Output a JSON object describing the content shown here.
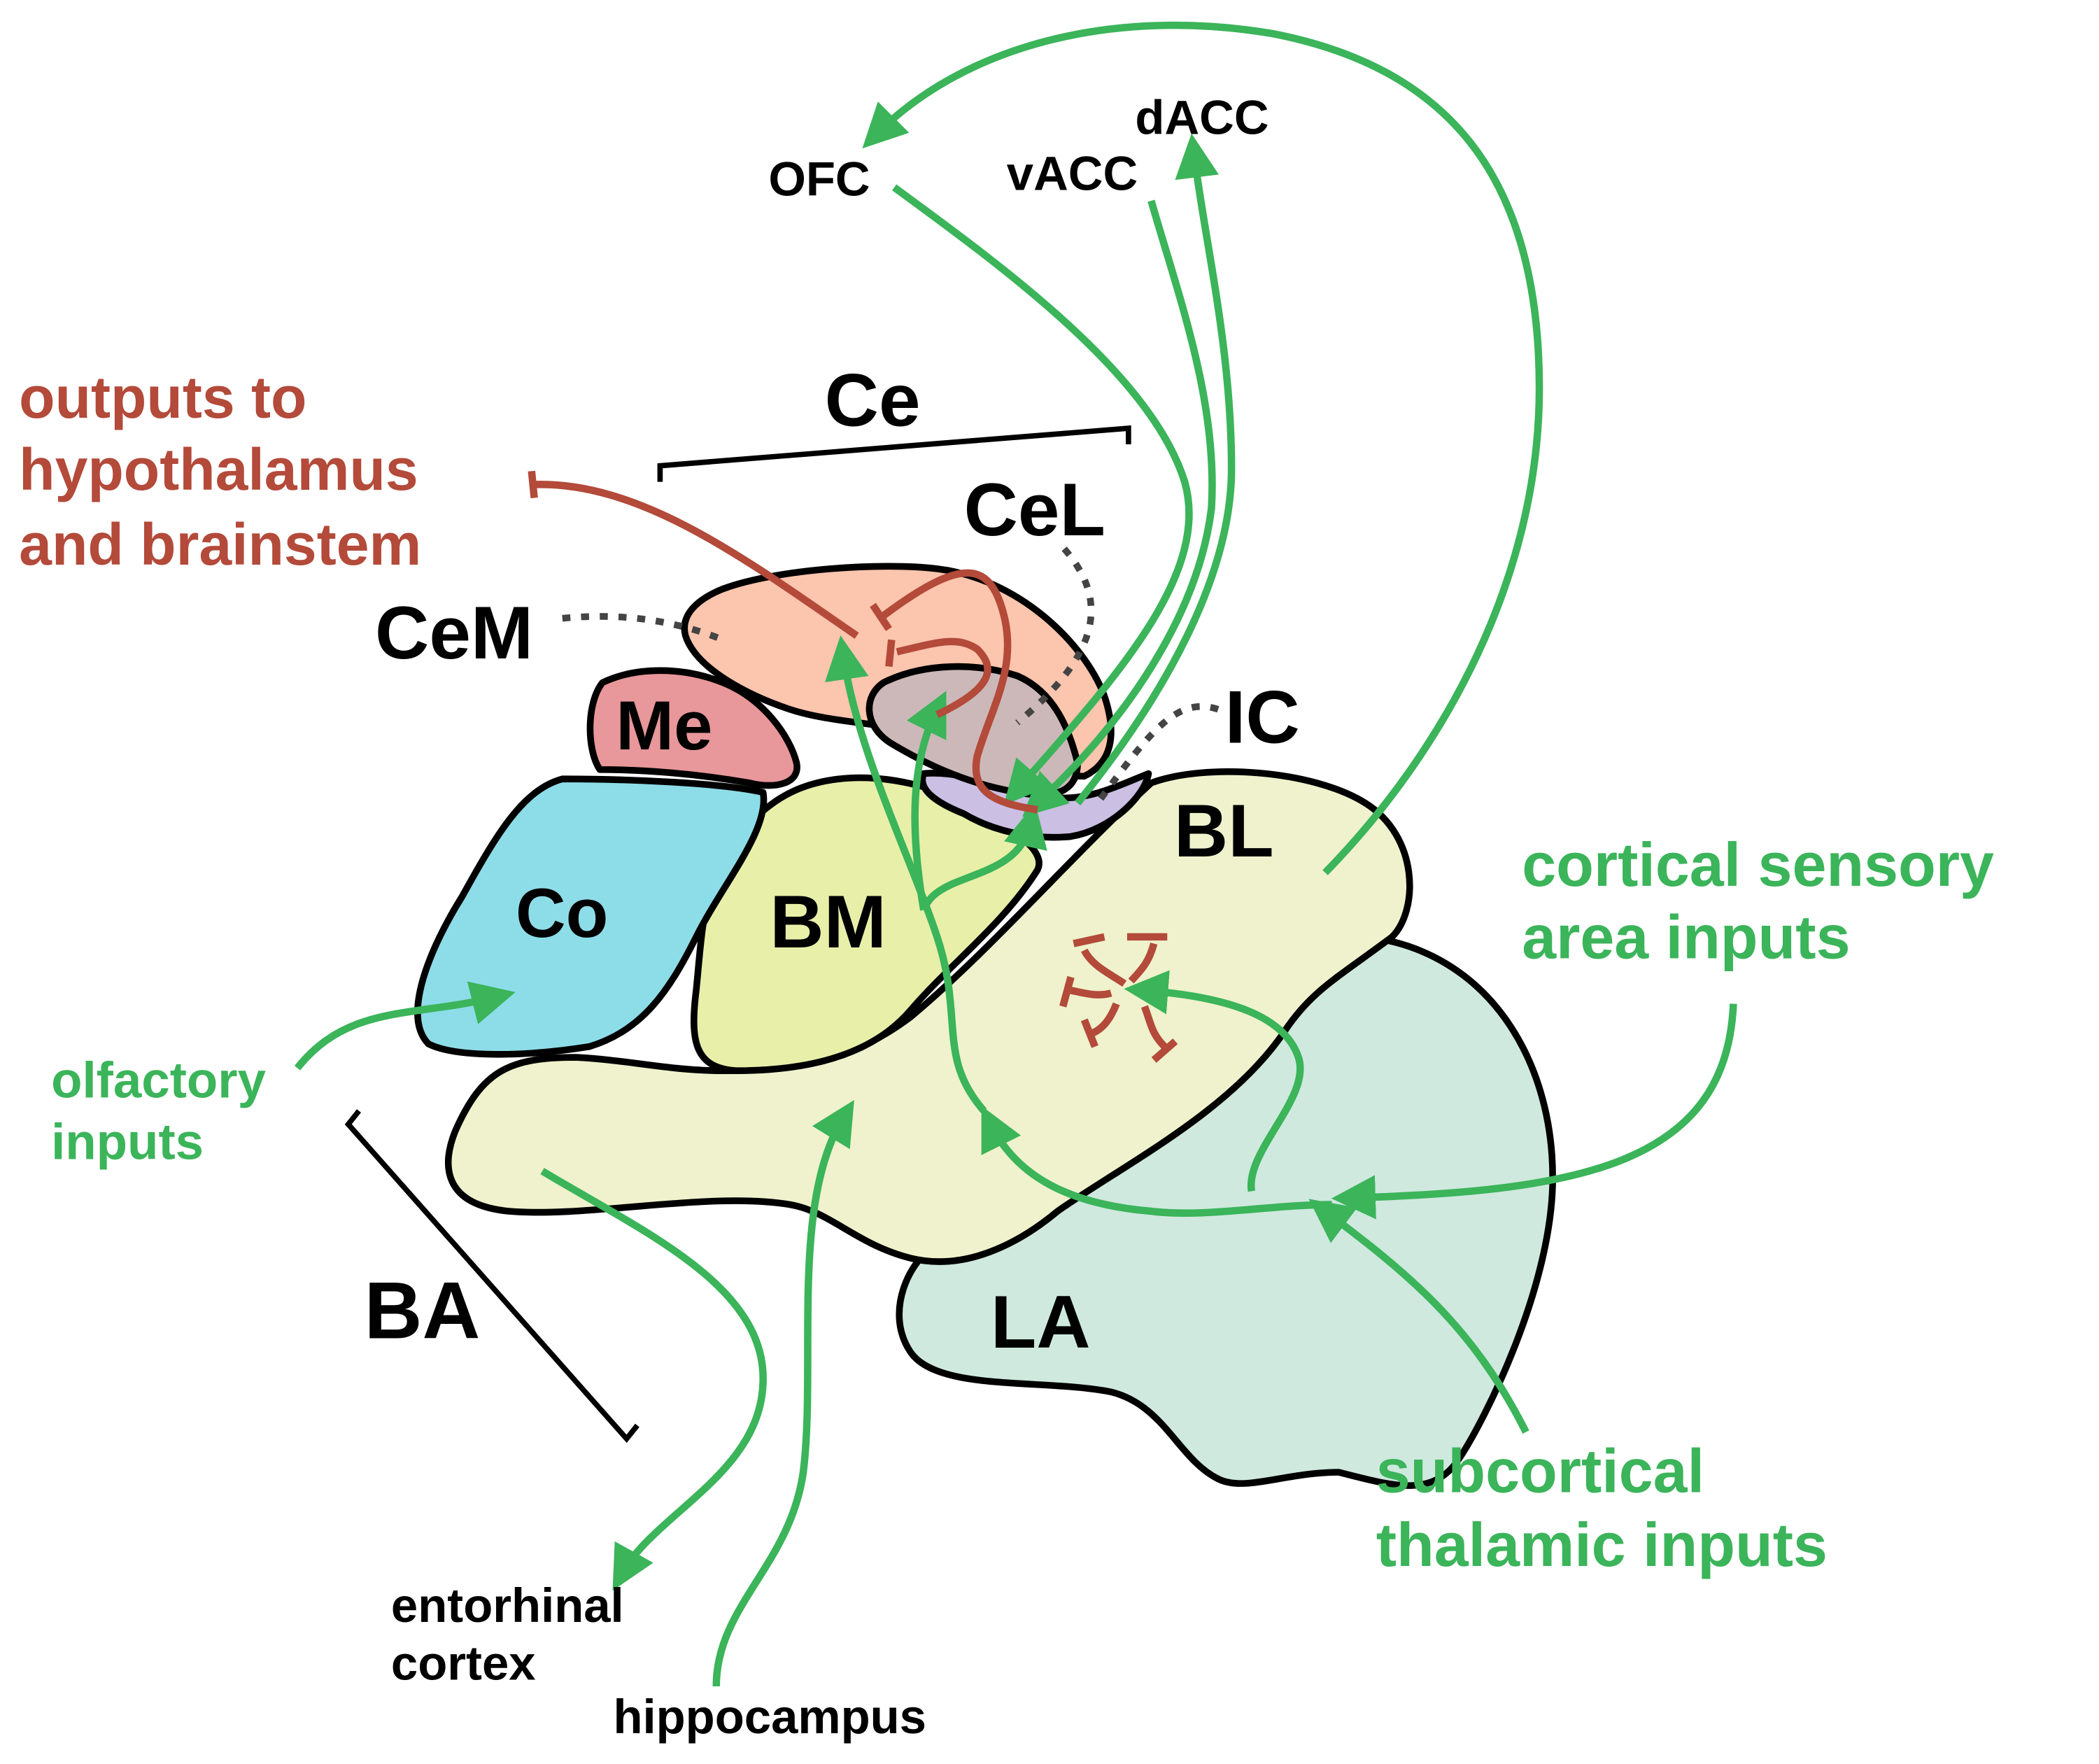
{
  "colors": {
    "green": "#3bb45a",
    "red": "#b34a3a",
    "outline": "#000000",
    "dotted": "#444444",
    "CeM_fill": "#fcc5ad",
    "CeL_fill": "#ccb8b8",
    "IC_fill": "#cbbfe3",
    "Me_fill": "#e8979a",
    "Co_fill": "#8ddde8",
    "BM_fill": "#e8efa9",
    "BL_fill": "#eff2cc",
    "LA_fill": "#cfe9df"
  },
  "regions": {
    "Ce": "Ce",
    "CeL": "CeL",
    "CeM": "CeM",
    "IC": "IC",
    "Me": "Me",
    "Co": "Co",
    "BM": "BM",
    "BL": "BL",
    "LA": "LA",
    "BA": "BA"
  },
  "targets": {
    "OFC": "OFC",
    "vACC": "vACC",
    "dACC": "dACC",
    "entorhinal_1": "entorhinal",
    "entorhinal_2": "cortex",
    "hippocampus": "hippocampus"
  },
  "outputs": {
    "line1": "outputs to",
    "line2": "hypothalamus",
    "line3": "and brainstem"
  },
  "inputs": {
    "olfactory_1": "olfactory",
    "olfactory_2": "inputs",
    "cortical_1": "cortical sensory",
    "cortical_2": "area inputs",
    "subcortical_1": "subcortical",
    "subcortical_2": "thalamic inputs"
  }
}
